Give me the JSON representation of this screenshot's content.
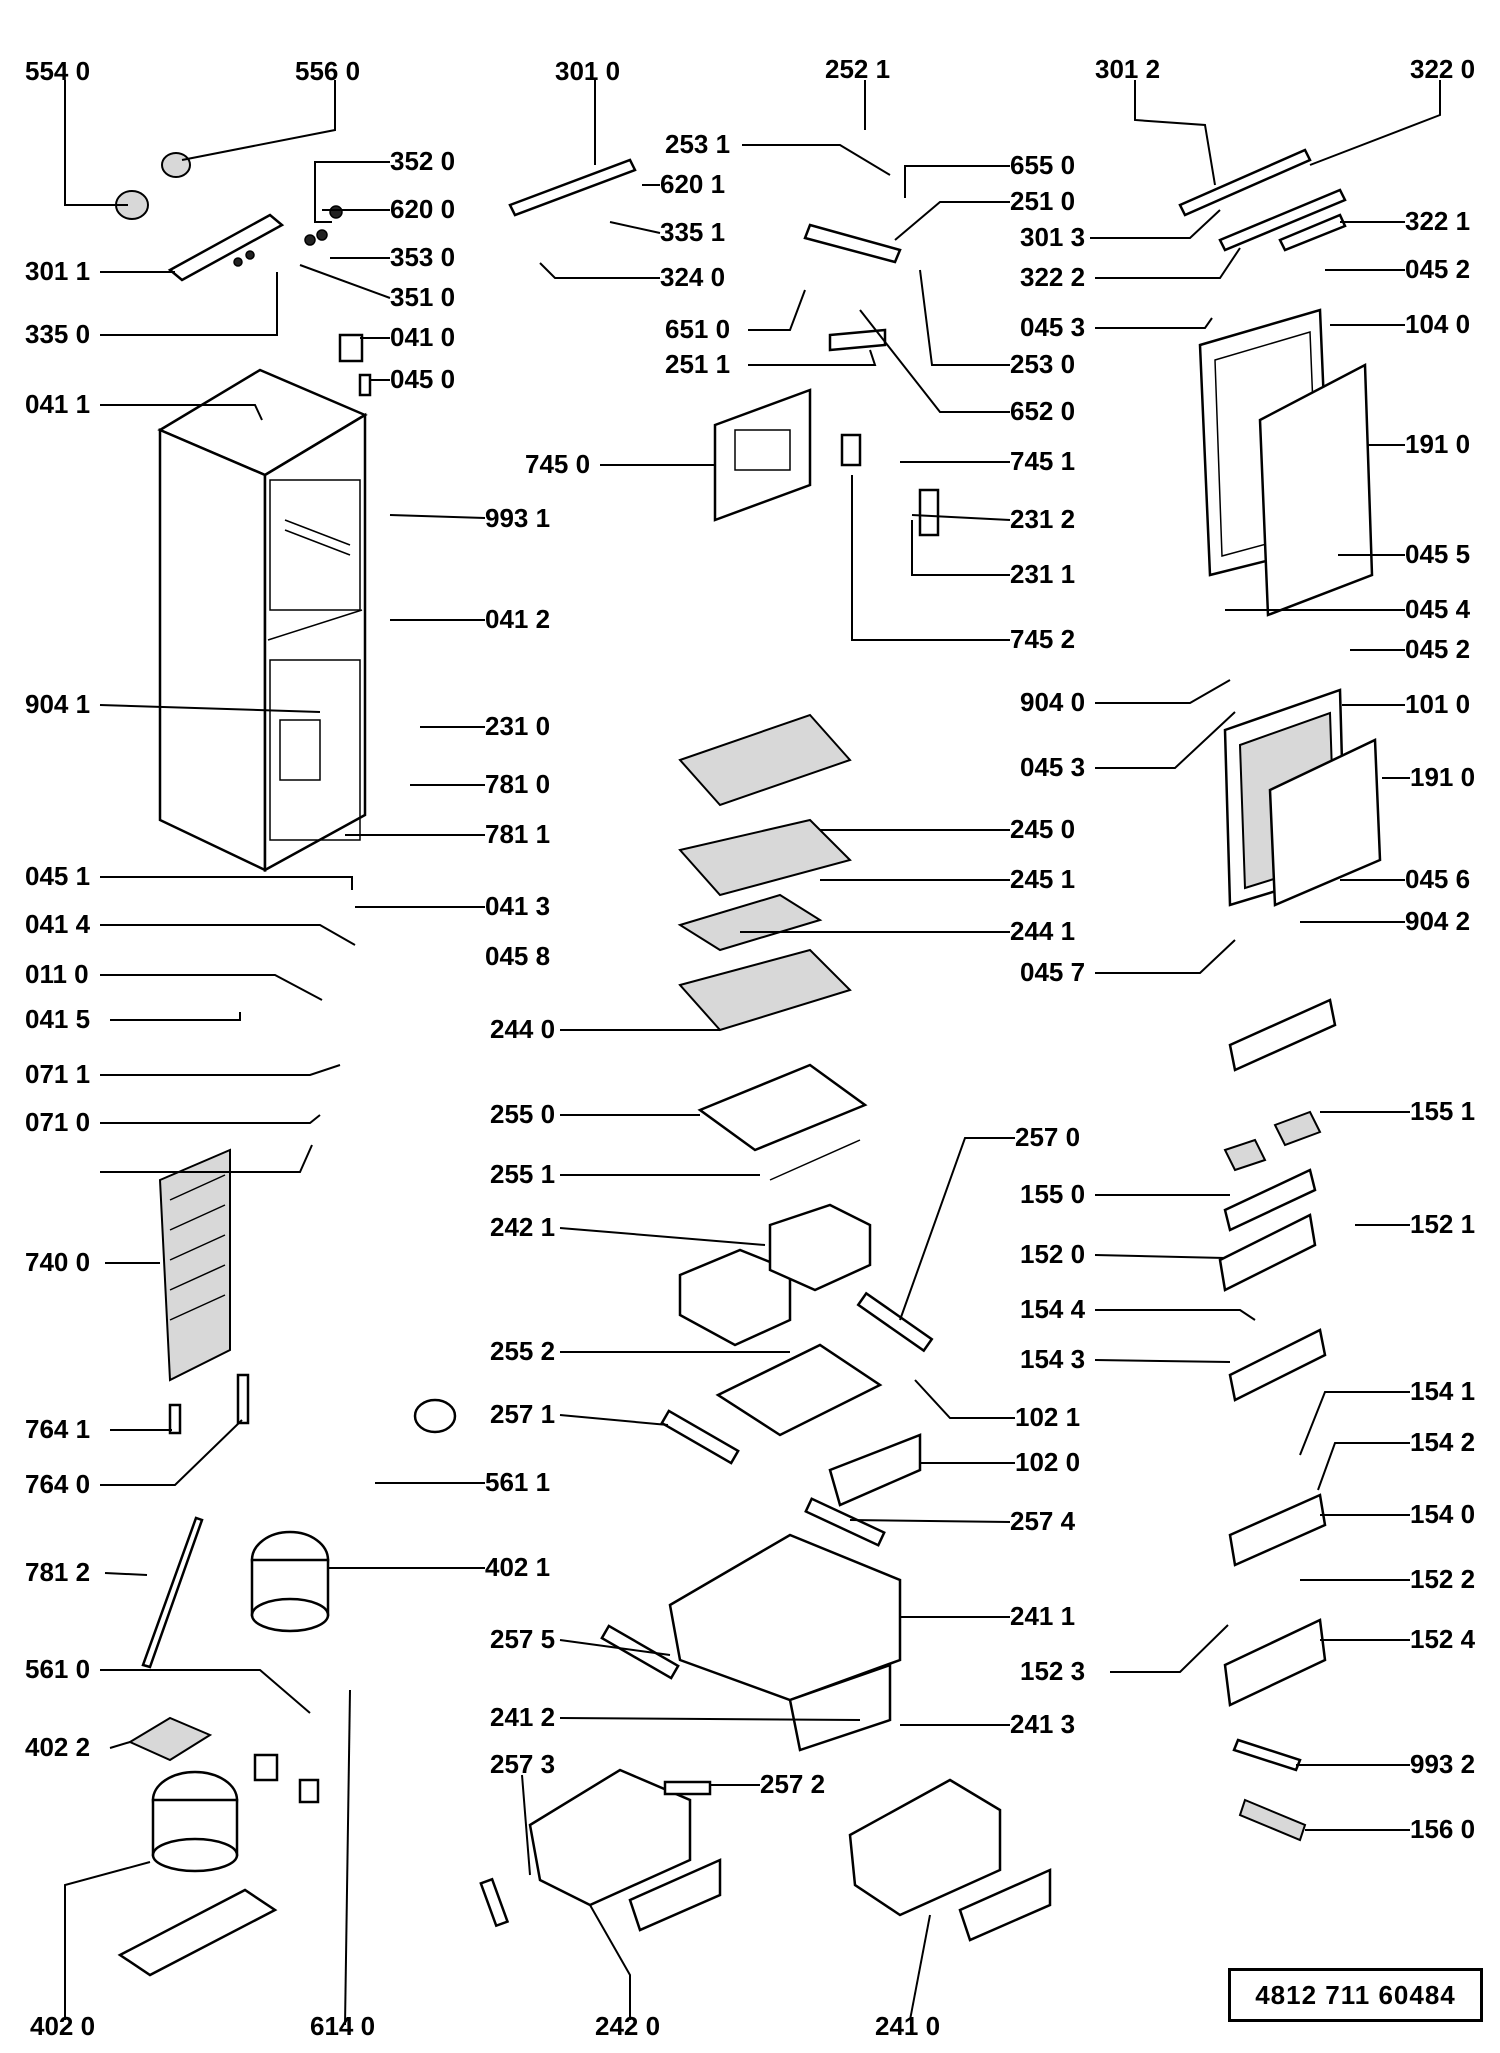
{
  "document_number": "4812  711  60484",
  "labels": [
    "554 0",
    "556 0",
    "352 0",
    "620 0",
    "353 0",
    "351 0",
    "301 1",
    "335 0",
    "041 0",
    "045 0",
    "041 1",
    "993 1",
    "041 2",
    "904 1",
    "231 0",
    "781 0",
    "781 1",
    "045 1",
    "041 3",
    "041 4",
    "045 8",
    "011 0",
    "041 5",
    "071 1",
    "071 0",
    "740 0",
    "764 1",
    "764 0",
    "781 2",
    "561 0",
    "402 2",
    "402 0",
    "614 0",
    "402 1",
    "561 1",
    "301 0",
    "620 1",
    "335 1",
    "324 0",
    "252 1",
    "253 1",
    "655 0",
    "251 0",
    "651 0",
    "251 1",
    "253 0",
    "652 0",
    "745 0",
    "745 1",
    "231 2",
    "231 1",
    "745 2",
    "245 0",
    "245 1",
    "244 1",
    "244 0",
    "255 0",
    "255 1",
    "242 1",
    "257 0",
    "255 2",
    "257 1",
    "102 1",
    "102 0",
    "257 4",
    "241 1",
    "257 5",
    "241 2",
    "241 3",
    "257 3",
    "257 2",
    "242 0",
    "241 0",
    "301 2",
    "322 0",
    "322 1",
    "301 3",
    "322 2",
    "045 2",
    "045 3",
    "104 0",
    "191 0",
    "045 5",
    "045 4",
    "904 0",
    "101 0",
    "045 6",
    "904 2",
    "045 7",
    "155 1",
    "155 0",
    "152 0",
    "152 1",
    "154 4",
    "154 3",
    "154 1",
    "154 2",
    "154 0",
    "152 2",
    "152 4",
    "152 3",
    "993 2",
    "156 0"
  ]
}
